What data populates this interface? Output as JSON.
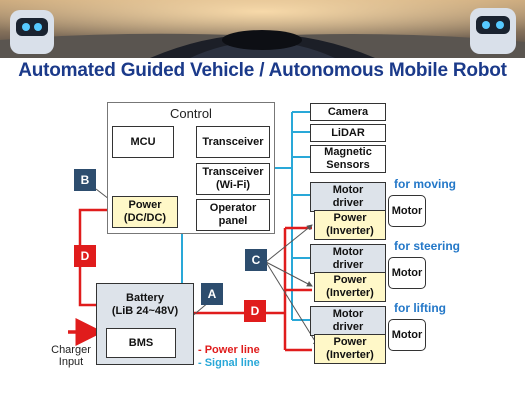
{
  "title": "Automated Guided Vehicle / Autonomous Mobile Robot",
  "control": {
    "label": "Control",
    "mcu": "MCU",
    "transceiver": "Transceiver",
    "transceiver_wifi_line1": "Transceiver",
    "transceiver_wifi_line2": "(Wi-Fi)",
    "operator_panel_line1": "Operator",
    "operator_panel_line2": "panel",
    "power_line1": "Power",
    "power_line2": "(DC/DC)"
  },
  "sensors": {
    "camera": "Camera",
    "lidar": "LiDAR",
    "magnetic_line1": "Magnetic",
    "magnetic_line2": "Sensors"
  },
  "motor_groups": [
    {
      "caption": "for moving",
      "driver_line1": "Motor",
      "driver_line2": "driver",
      "power_line1": "Power",
      "power_line2": "(Inverter)",
      "motor": "Motor"
    },
    {
      "caption": "for steering",
      "driver_line1": "Motor",
      "driver_line2": "driver",
      "power_line1": "Power",
      "power_line2": "(Inverter)",
      "motor": "Motor"
    },
    {
      "caption": "for lifting",
      "driver_line1": "Motor",
      "driver_line2": "driver",
      "power_line1": "Power",
      "power_line2": "(Inverter)",
      "motor": "Motor"
    }
  ],
  "battery": {
    "line1": "Battery",
    "line2": "(LiB 24~48V)",
    "bms": "BMS"
  },
  "charger": {
    "line1": "Charger",
    "line2": "Input"
  },
  "tags": {
    "a": "A",
    "b": "B",
    "c": "C",
    "d1": "D",
    "d2": "D"
  },
  "legend": {
    "power": "- Power line",
    "signal": "- Signal line"
  },
  "colors": {
    "power_line": "#e01c1c",
    "signal_line": "#29a8d8",
    "title": "#1b3a8a",
    "caption": "#2478c8",
    "tag_blue": "#2d4d6e",
    "tag_red": "#e01c1c"
  }
}
